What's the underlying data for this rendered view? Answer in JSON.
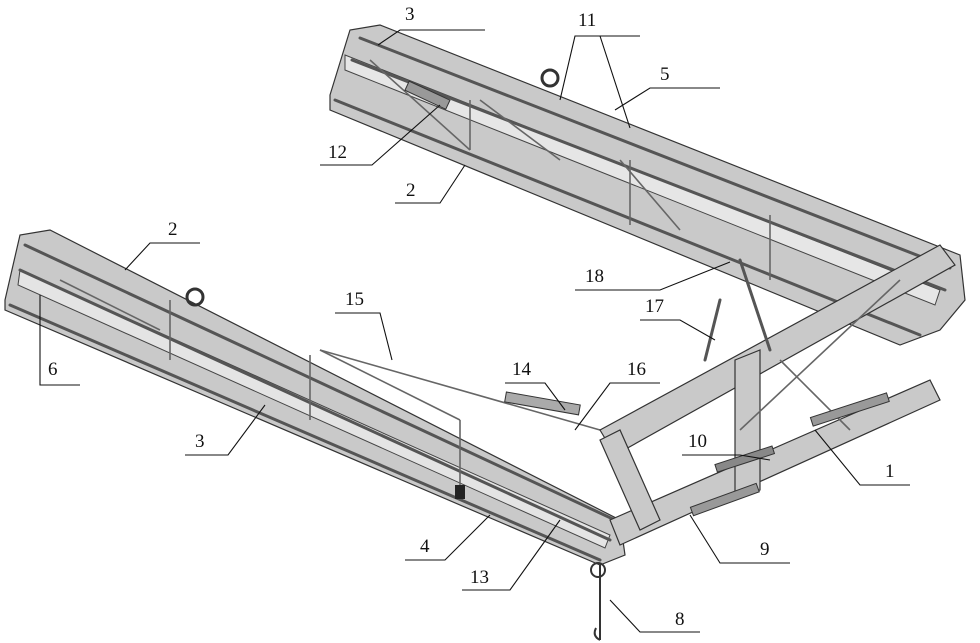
{
  "figure": {
    "callouts": [
      {
        "id": "c3a",
        "label": "3"
      },
      {
        "id": "c11",
        "label": "11"
      },
      {
        "id": "c5",
        "label": "5"
      },
      {
        "id": "c12",
        "label": "12"
      },
      {
        "id": "c2a",
        "label": "2"
      },
      {
        "id": "c2b",
        "label": "2"
      },
      {
        "id": "c6",
        "label": "6"
      },
      {
        "id": "c15",
        "label": "15"
      },
      {
        "id": "c14",
        "label": "14"
      },
      {
        "id": "c16",
        "label": "16"
      },
      {
        "id": "c18",
        "label": "18"
      },
      {
        "id": "c17",
        "label": "17"
      },
      {
        "id": "c3b",
        "label": "3"
      },
      {
        "id": "c10",
        "label": "10"
      },
      {
        "id": "c1",
        "label": "1"
      },
      {
        "id": "c4",
        "label": "4"
      },
      {
        "id": "c13",
        "label": "13"
      },
      {
        "id": "c9",
        "label": "9"
      },
      {
        "id": "c8",
        "label": "8"
      }
    ]
  }
}
